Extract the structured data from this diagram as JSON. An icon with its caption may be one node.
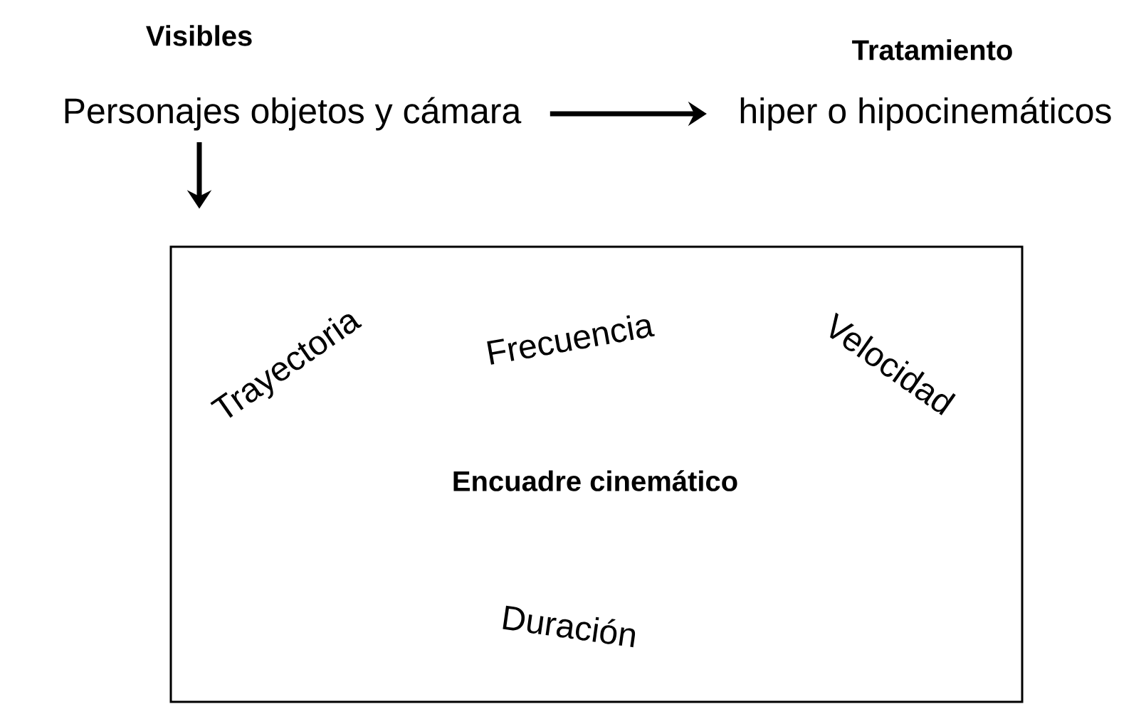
{
  "diagram": {
    "nodes": [
      {
        "text": [
          "Personajes objetos y cámara"
        ]
      },
      {
        "text": [
          "hiper o hipocinemáticos"
        ]
      },
      {
        "text": [
          "Trayectoria",
          "Frecuencia",
          "Velocidad",
          "Encuadre cinemático",
          "Duración"
        ]
      }
    ],
    "edges": [
      {
        "from": 0,
        "to": 1,
        "arrow": "to"
      },
      {
        "from": 0,
        "to": 2,
        "arrow": "to"
      }
    ],
    "labels": [
      "Visibles",
      "Tratamiento"
    ]
  }
}
